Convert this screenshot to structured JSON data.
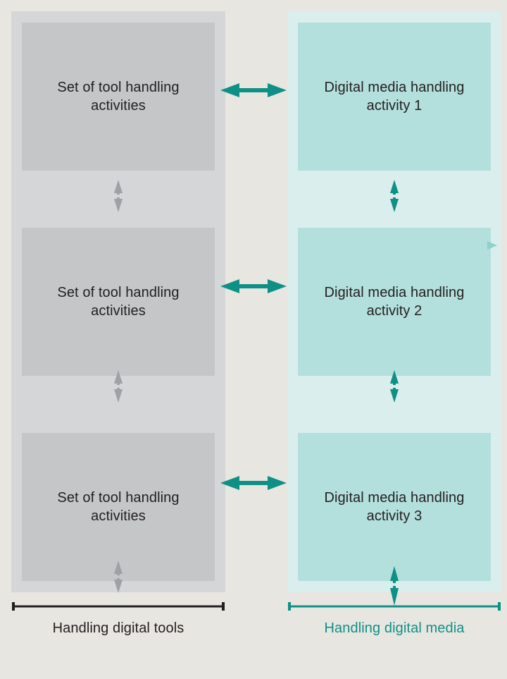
{
  "diagram": {
    "columns": [
      {
        "id": "handling-digital-tools",
        "accent_color": "#8e9295",
        "panel_color": "#d4d6d8",
        "box_color": "#c4c6c8",
        "caption": "Handling digital tools",
        "boxes": [
          {
            "label": "Set of tool handling activities"
          },
          {
            "label": "Set of tool handling activities"
          },
          {
            "label": "Set of tool handling activities"
          }
        ]
      },
      {
        "id": "handling-digital-media",
        "accent_color": "#0f9086",
        "panel_color": "#daeeed",
        "box_color": "#b3dfdd",
        "caption": "Handling digital media",
        "boxes": [
          {
            "label": "Digital media handling activity 1"
          },
          {
            "label": "Digital media handling activity 2"
          },
          {
            "label": "Digital media handling activity 3"
          }
        ]
      }
    ],
    "link_arrows": [
      {
        "name": "link-arrow-1",
        "style": "double-headed-horizontal",
        "color": "#0f9086"
      },
      {
        "name": "link-arrow-2",
        "style": "double-headed-horizontal",
        "color": "#0f9086"
      },
      {
        "name": "link-arrow-3",
        "style": "double-headed-horizontal",
        "color": "#0f9086"
      }
    ],
    "background_color": "#e8e6e1",
    "text_color": "#231f20"
  }
}
